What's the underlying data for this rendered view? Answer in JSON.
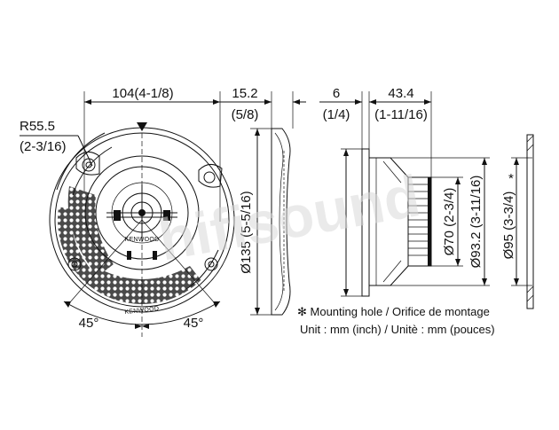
{
  "front_view": {
    "width_label": "104(4-1/8)",
    "radius_label_mm": "R55.5",
    "radius_label_in": "(2-3/16)",
    "angle_left": "45°",
    "angle_right": "45°",
    "brand_center": "KENWOOD",
    "brand_grille": "KENWOOD"
  },
  "side_view": {
    "depth_mm": "15.2",
    "depth_in": "(5/8)",
    "diameter_label": "Ø135 (5-5/16)"
  },
  "profile_view": {
    "flange_mm": "6",
    "flange_in": "(1/4)",
    "depth_mm": "43.4",
    "depth_in": "(1-11/16)",
    "magnet_label": "Ø70 (2-3/4)",
    "frame_label": "Ø93.2 (3-11/16)"
  },
  "hole_view": {
    "hole_label": "Ø95 (3-3/4)",
    "asterisk": "*"
  },
  "notes": {
    "mounting_hole": "✻ Mounting hole / Orifice de montage",
    "units": "Unit : mm (inch) / Unitè : mm (pouces)"
  },
  "watermark": "hifisound"
}
